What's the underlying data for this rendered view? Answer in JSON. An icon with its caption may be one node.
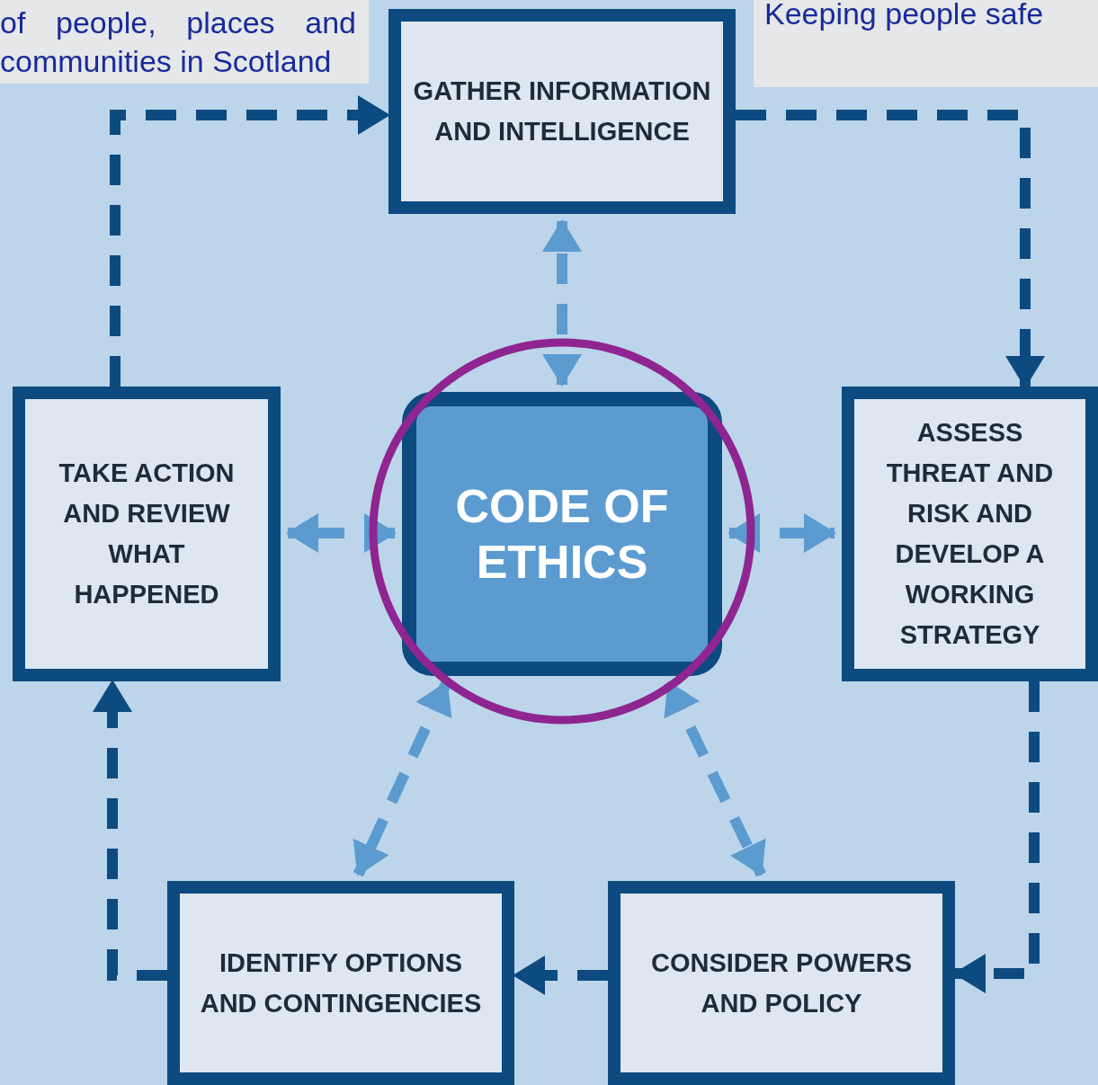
{
  "diagram": {
    "nodes": [
      {
        "text": [
          "GATHER INFORMATION AND INTELLIGENCE"
        ]
      },
      {
        "text": [
          "TAKE ACTION AND REVIEW WHAT HAPPENED"
        ]
      },
      {
        "text": [
          "CODE OF ETHICS"
        ]
      },
      {
        "text": [
          "ASSESS THREAT AND RISK AND DEVELOP A WORKING STRATEGY"
        ]
      },
      {
        "text": [
          "IDENTIFY OPTIONS AND CONTINGENCIES"
        ]
      },
      {
        "text": [
          "CONSIDER POWERS AND POLICY"
        ]
      }
    ],
    "edges": [
      {
        "from": 1,
        "to": 0,
        "arrow": "to",
        "style": "dashed"
      },
      {
        "from": 0,
        "to": 3,
        "arrow": "to",
        "style": "dashed"
      },
      {
        "from": 3,
        "to": 5,
        "arrow": "to",
        "style": "dashed"
      },
      {
        "from": 5,
        "to": 4,
        "arrow": "to",
        "style": "dashed"
      },
      {
        "from": 4,
        "to": 1,
        "arrow": "to",
        "style": "dashed"
      },
      {
        "from": 2,
        "to": 0,
        "arrow": "both",
        "style": "dashed",
        "color": "#5b9bd0"
      },
      {
        "from": 2,
        "to": 1,
        "arrow": "both",
        "style": "dashed",
        "color": "#5b9bd0"
      },
      {
        "from": 2,
        "to": 3,
        "arrow": "both",
        "style": "dashed",
        "color": "#5b9bd0"
      },
      {
        "from": 2,
        "to": 4,
        "arrow": "both",
        "style": "dashed",
        "color": "#5b9bd0"
      },
      {
        "from": 2,
        "to": 5,
        "arrow": "both",
        "style": "dashed",
        "color": "#5b9bd0"
      }
    ],
    "labels": [
      "of people, places and communities in Scotland",
      "Keeping people safe"
    ]
  }
}
